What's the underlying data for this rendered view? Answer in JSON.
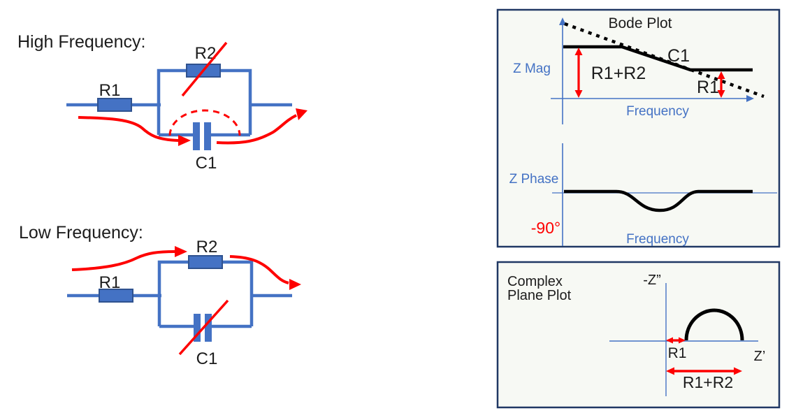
{
  "colors": {
    "wire_blue": "#4472C4",
    "component_fill": "#4472C4",
    "component_border": "#2F528F",
    "accent_red": "#FE0000",
    "curve_black": "#000000",
    "panel_border": "#203864",
    "panel_bg": "#F7F9F4",
    "text_black": "#1C1C1C"
  },
  "high_frequency": {
    "title": "High Frequency:",
    "r1_label": "R1",
    "r2_label": "R2",
    "c1_label": "C1"
  },
  "low_frequency": {
    "title": "Low Frequency:",
    "r1_label": "R1",
    "r2_label": "R2",
    "c1_label": "C1"
  },
  "bode": {
    "title": "Bode Plot",
    "mag": {
      "ylabel": "Z Mag",
      "xlabel": "Frequency",
      "curve_label": "C1",
      "high_plateau_label": "R1+R2",
      "low_plateau_label": "R1"
    },
    "phase": {
      "ylabel": "Z Phase",
      "xlabel": "Frequency",
      "min_label": "-90°"
    }
  },
  "complex_plane": {
    "title_line1": "Complex",
    "title_line2": "Plane Plot",
    "ylabel": "-Z”",
    "xlabel": "Z’",
    "r1_label": "R1",
    "r1r2_label": "R1+R2"
  },
  "chart_data": [
    {
      "type": "line",
      "title": "Bode Plot",
      "subplot": "impedance magnitude",
      "xlabel": "Frequency",
      "ylabel": "Z Mag",
      "axis_ticks": "none (qualitative sketch)",
      "series": [
        {
          "name": "Z magnitude (solid)",
          "style": "solid",
          "x_norm": [
            0.0,
            0.3,
            0.65,
            0.97
          ],
          "y_level": [
            "R1+R2",
            "R1+R2",
            "R1",
            "R1"
          ]
        },
        {
          "name": "C1 capacitive asymptote (dotted)",
          "style": "dotted",
          "x_norm": [
            0.0,
            1.0
          ],
          "y_norm": [
            1.0,
            0.0
          ]
        }
      ],
      "annotations": [
        "R1+R2 (low-frequency plateau)",
        "R1 (high-frequency plateau)",
        "C1 (sloped region)"
      ]
    },
    {
      "type": "line",
      "subplot": "impedance phase",
      "xlabel": "Frequency",
      "ylabel": "Z Phase",
      "axis_ticks": "none (qualitative sketch)",
      "series": [
        {
          "name": "Z phase",
          "style": "solid",
          "description": "0 at low and high frequency with a negative dip toward -90° at mid frequency",
          "x_norm": [
            0.0,
            0.28,
            0.5,
            0.72,
            1.0
          ],
          "y_deg": [
            0,
            0,
            -30,
            0,
            0
          ]
        }
      ],
      "annotations": [
        "-90°"
      ]
    },
    {
      "type": "line",
      "title": "Complex Plane Plot",
      "xlabel": "Z’",
      "ylabel": "-Z”",
      "axis_ticks": "none (qualitative sketch)",
      "series": [
        {
          "name": "impedance locus",
          "style": "solid",
          "description": "semicircle above the real axis from Z'=R1 to Z'=R1+R2"
        }
      ],
      "annotations": [
        "R1 (offset from origin)",
        "R1+R2 (right intercept)"
      ]
    }
  ]
}
